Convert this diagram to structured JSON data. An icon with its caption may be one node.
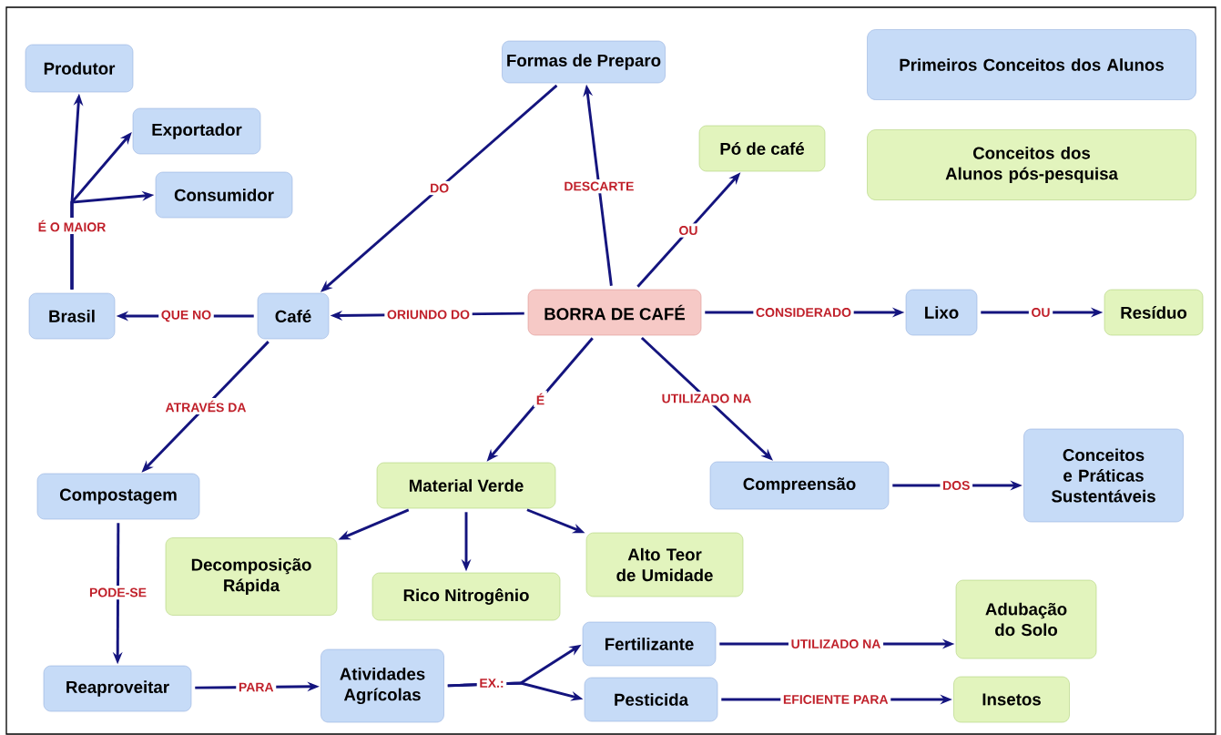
{
  "diagram": {
    "nodes": [
      {
        "text": [
          "Produtor"
        ]
      },
      {
        "text": [
          "Formas de Preparo"
        ]
      },
      {
        "text": [
          "Exportador"
        ]
      },
      {
        "text": [
          "Pó de café"
        ]
      },
      {
        "text": [
          "Consumidor"
        ]
      },
      {
        "text": [
          "Brasil"
        ]
      },
      {
        "text": [
          "Café"
        ]
      },
      {
        "text": [
          "BORRA DE CAFÉ"
        ]
      },
      {
        "text": [
          "Lixo"
        ]
      },
      {
        "text": [
          "Resíduo"
        ]
      },
      {
        "text": [
          "Compostagem"
        ]
      },
      {
        "text": [
          "Material Verde"
        ]
      },
      {
        "text": [
          "Compreensão"
        ]
      },
      {
        "text": [
          "Conceitos e Práticas Sustentáveis"
        ]
      },
      {
        "text": [
          "Decomposição Rápida"
        ]
      },
      {
        "text": [
          "Rico Nitrogênio"
        ]
      },
      {
        "text": [
          "Alto Teor de Umidade"
        ]
      },
      {
        "text": [
          "Adubação do Solo"
        ]
      },
      {
        "text": [
          "Fertilizante"
        ]
      },
      {
        "text": [
          "Reaproveitar"
        ]
      },
      {
        "text": [
          "Atividades Agrícolas"
        ]
      },
      {
        "text": [
          "Pesticida"
        ]
      },
      {
        "text": [
          "Insetos"
        ]
      }
    ],
    "edges": [
      {
        "from": 5,
        "to": 0,
        "arrow": "to",
        "label": "É O MAIOR"
      },
      {
        "from": 5,
        "to": 2,
        "arrow": "to"
      },
      {
        "from": 5,
        "to": 4,
        "arrow": "to"
      },
      {
        "from": 1,
        "to": 6,
        "arrow": "to",
        "label": "DO"
      },
      {
        "from": 7,
        "to": 1,
        "arrow": "to",
        "label": "DESCARTE"
      },
      {
        "from": 7,
        "to": 3,
        "arrow": "to",
        "label": "OU"
      },
      {
        "from": 6,
        "to": 5,
        "arrow": "to",
        "label": "QUE NO"
      },
      {
        "from": 7,
        "to": 6,
        "arrow": "to",
        "label": "ORIUNDO DO"
      },
      {
        "from": 7,
        "to": 8,
        "arrow": "to",
        "label": "CONSIDERADO"
      },
      {
        "from": 8,
        "to": 9,
        "arrow": "to",
        "label": "OU"
      },
      {
        "from": 6,
        "to": 10,
        "arrow": "to",
        "label": "ATRAVÉS DA"
      },
      {
        "from": 7,
        "to": 11,
        "arrow": "to",
        "label": "É"
      },
      {
        "from": 7,
        "to": 12,
        "arrow": "to",
        "label": "UTILIZADO NA"
      },
      {
        "from": 12,
        "to": 13,
        "arrow": "to",
        "label": "DOS"
      },
      {
        "from": 11,
        "to": 14,
        "arrow": "to"
      },
      {
        "from": 11,
        "to": 15,
        "arrow": "to"
      },
      {
        "from": 11,
        "to": 16,
        "arrow": "to"
      },
      {
        "from": 10,
        "to": 19,
        "arrow": "to",
        "label": "PODE-SE"
      },
      {
        "from": 19,
        "to": 20,
        "arrow": "to",
        "label": "PARA"
      },
      {
        "from": 20,
        "to": 18,
        "arrow": "to",
        "label": "EX.:"
      },
      {
        "from": 20,
        "to": 21,
        "arrow": "to"
      },
      {
        "from": 18,
        "to": 17,
        "arrow": "to",
        "label": "UTILIZADO NA"
      },
      {
        "from": 21,
        "to": 22,
        "arrow": "to",
        "label": "EFICIENTE PARA"
      }
    ],
    "legend": [
      {
        "text": "Primeiros Conceitos dos Alunos",
        "color": "#c6dbf7"
      },
      {
        "text": "Conceitos dos Alunos pós-pesquisa",
        "color": "#e2f4bd"
      }
    ]
  }
}
